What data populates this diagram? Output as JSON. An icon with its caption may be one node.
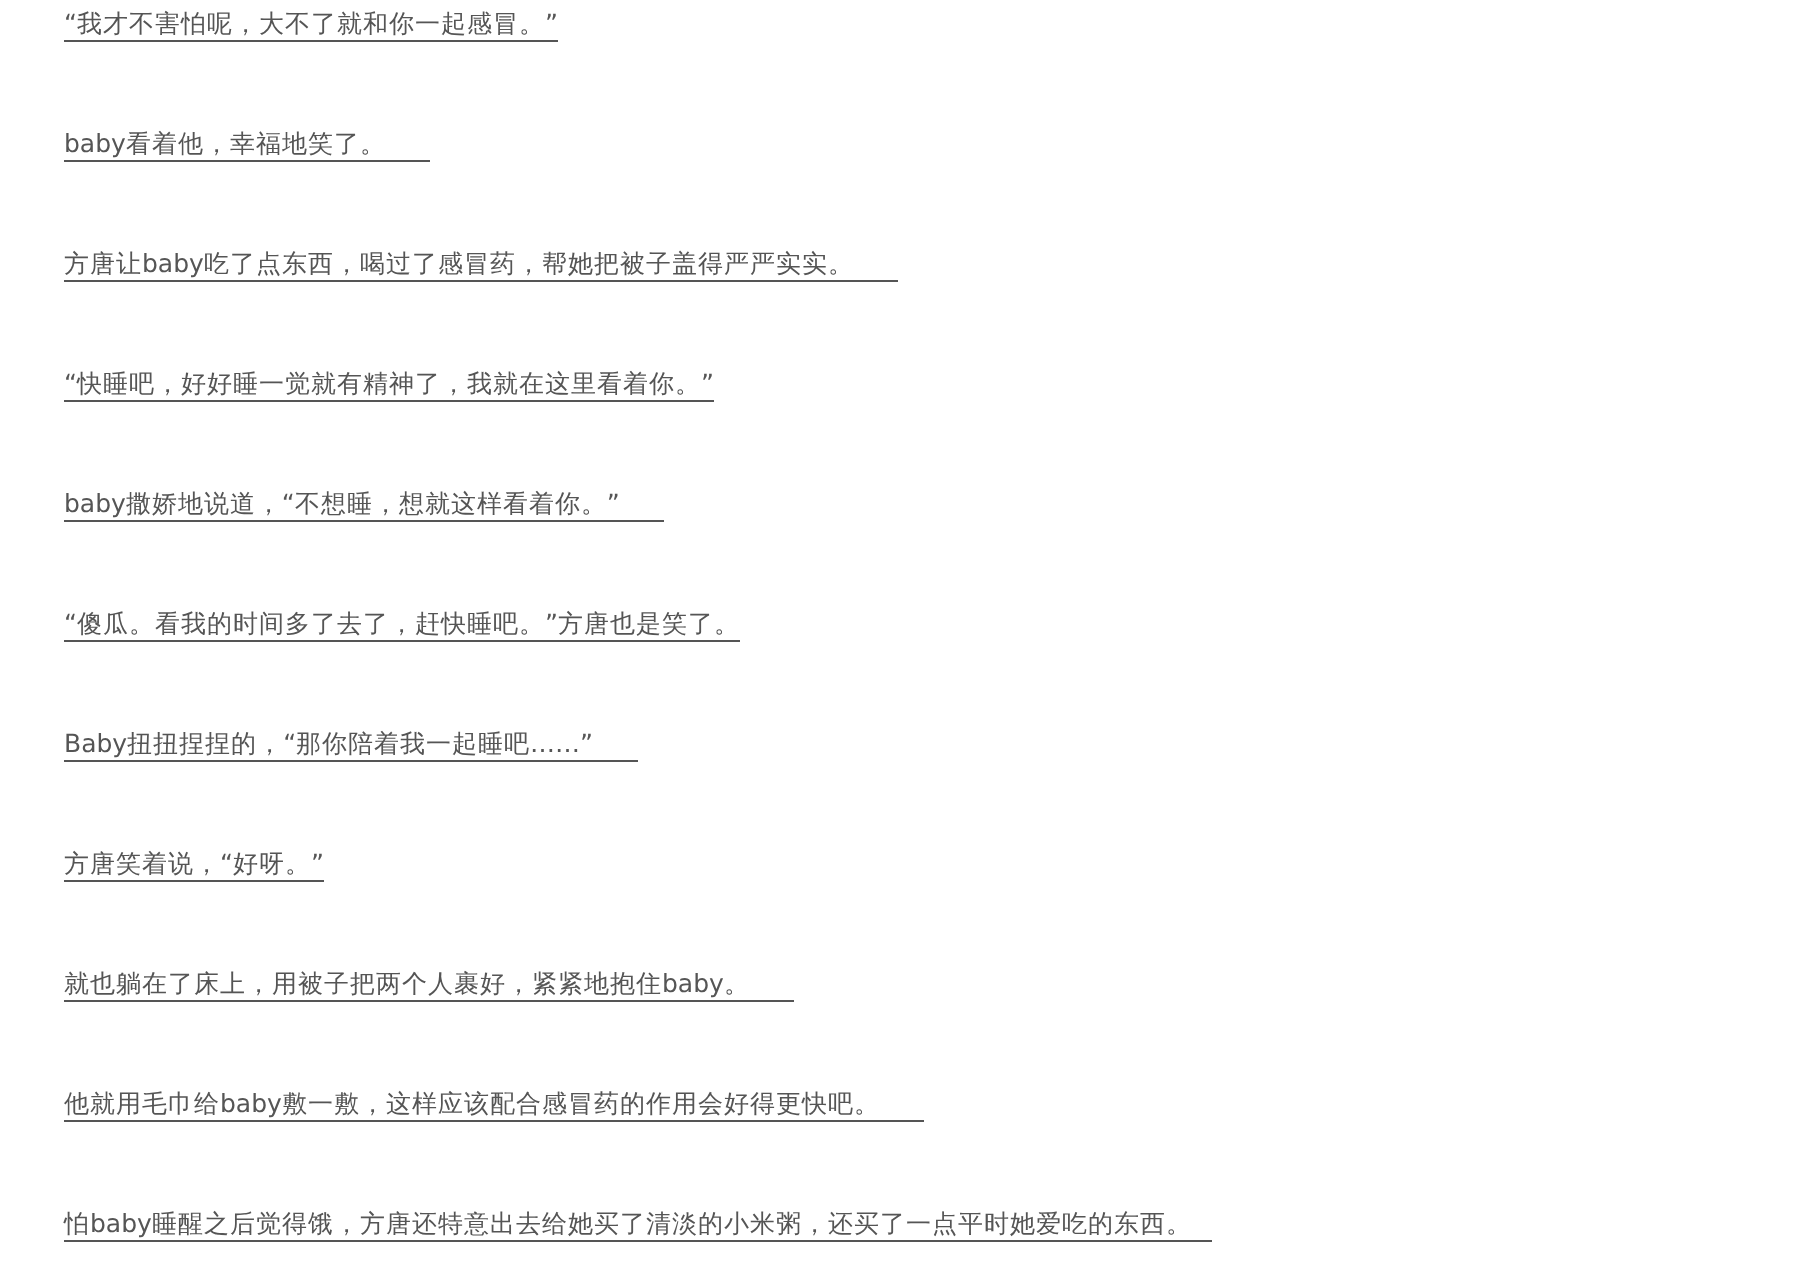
{
  "diagram": {
    "labels": [
      "“我才不害怕呢，大不了就和你一起感冒。”",
      "baby看着他，幸福地笑了。",
      "方唐让baby吃了点东西，喝过了感冒药，帮她把被子盖得严严实实。",
      "“快睡吧，好好睡一觉就有精神了，我就在这里看着你。”",
      "baby撒娇地说道，“不想睡，想就这样看着你。”",
      "“傻瓜。看我的时间多了去了，赶快睡吧。”方唐也是笑了。",
      "Baby扭扭捏捏的，“那你陪着我一起睡吧……”",
      "方唐笑着说，“好呀。”",
      "就也躺在了床上，用被子把两个人裹好，紧紧地抱住baby。",
      "他就用毛巾给baby敷一敷，这样应该配合感冒药的作用会好得更快吧。",
      "怕baby睡醒之后觉得饿，方唐还特意出去给她买了清淡的小米粥，还买了一点平时她爱吃的东西。"
    ]
  }
}
